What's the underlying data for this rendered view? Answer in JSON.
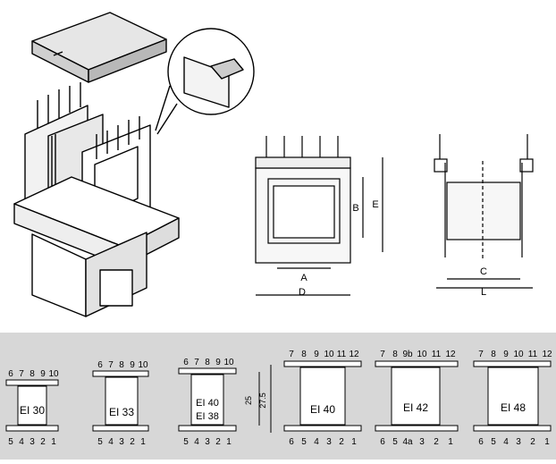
{
  "front_view": {
    "dims": [
      "A",
      "B",
      "D",
      "E"
    ]
  },
  "side_view": {
    "dims": [
      "C",
      "L"
    ]
  },
  "variants": [
    {
      "label": "EI 30",
      "top_pins": [
        "6",
        "7",
        "8",
        "9",
        "10"
      ],
      "bottom_pins": [
        "5",
        "4",
        "3",
        "2",
        "1"
      ]
    },
    {
      "label": "EI 33",
      "top_pins": [
        "6",
        "7",
        "8",
        "9",
        "10"
      ],
      "bottom_pins": [
        "5",
        "4",
        "3",
        "2",
        "1"
      ]
    },
    {
      "label_line1": "EI 40",
      "label_line2": "EI 38",
      "top_pins": [
        "6",
        "7",
        "8",
        "9",
        "10"
      ],
      "bottom_pins": [
        "5",
        "4",
        "3",
        "2",
        "1"
      ]
    },
    {
      "label": "EI 40",
      "top_pins": [
        "7",
        "8",
        "9",
        "10",
        "11",
        "12"
      ],
      "bottom_pins": [
        "6",
        "5",
        "4",
        "3",
        "2",
        "1"
      ]
    },
    {
      "label": "EI 42",
      "top_pins": [
        "7",
        "8",
        "9b",
        "10",
        "11",
        "12"
      ],
      "bottom_pins": [
        "6",
        "5",
        "4a",
        "3",
        "2",
        "1"
      ]
    },
    {
      "label": "EI 48",
      "top_pins": [
        "7",
        "8",
        "9",
        "10",
        "11",
        "12"
      ],
      "bottom_pins": [
        "6",
        "5",
        "4",
        "3",
        "2",
        "1"
      ]
    }
  ],
  "dimension": {
    "value1": "25",
    "value2": "27.5"
  }
}
